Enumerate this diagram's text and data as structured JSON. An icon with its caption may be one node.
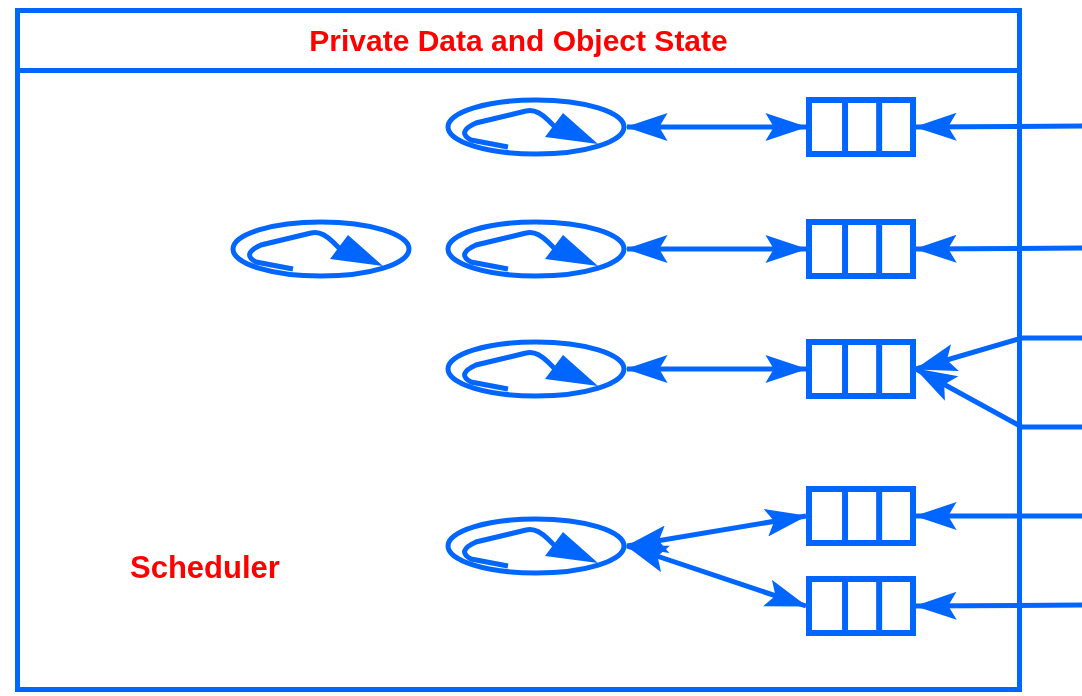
{
  "diagram": {
    "nodes": [
      {
        "text": [
          "Private Data and Object State"
        ]
      },
      {
        "text": [],
        "shape": "ellipse",
        "in": 0
      },
      {
        "text": [],
        "shape": "ellipse",
        "in": 0
      },
      {
        "text": [],
        "shape": "ellipse",
        "in": 0
      },
      {
        "text": [],
        "shape": "ellipse",
        "in": 0
      },
      {
        "text": [],
        "shape": "ellipse",
        "in": 0
      },
      {
        "text": [],
        "shape": "queue",
        "in": 0
      },
      {
        "text": [],
        "shape": "queue",
        "in": 0
      },
      {
        "text": [],
        "shape": "queue",
        "in": 0
      },
      {
        "text": [],
        "shape": "queue",
        "in": 0
      },
      {
        "text": [],
        "shape": "queue",
        "in": 0
      }
    ],
    "edges": [
      {
        "from": 2,
        "to": 6,
        "arrow": "both"
      },
      {
        "from": null,
        "to": 6,
        "arrow": "to"
      },
      {
        "from": 3,
        "to": 7,
        "arrow": "both"
      },
      {
        "from": null,
        "to": 7,
        "arrow": "to"
      },
      {
        "from": 4,
        "to": 8,
        "arrow": "both"
      },
      {
        "from": null,
        "to": 8,
        "arrow": "to"
      },
      {
        "from": null,
        "to": 8,
        "arrow": "to"
      },
      {
        "from": 5,
        "to": 9,
        "arrow": "both"
      },
      {
        "from": null,
        "to": 9,
        "arrow": "to"
      },
      {
        "from": 5,
        "to": 10,
        "arrow": "both"
      },
      {
        "from": null,
        "to": 10,
        "arrow": "to"
      }
    ],
    "labels": [
      "Scheduler"
    ]
  }
}
